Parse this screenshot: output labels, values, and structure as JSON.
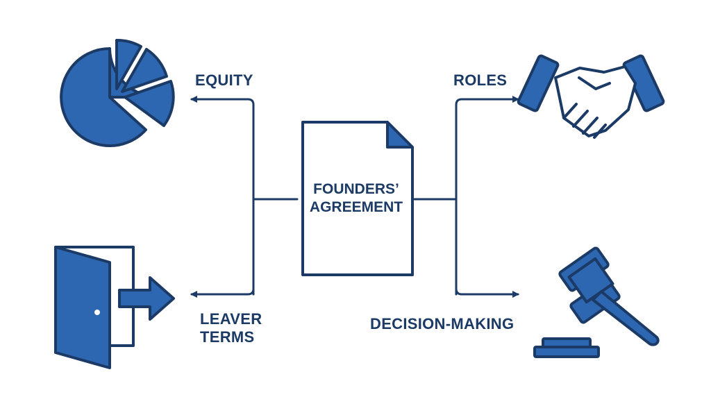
{
  "colors": {
    "navy": "#1b3a66",
    "blue": "#2d67b1",
    "background": "#ffffff"
  },
  "center": {
    "line1": "FOUNDERS’",
    "line2": "AGREEMENT",
    "icon": "document-icon"
  },
  "branches": {
    "equity": {
      "label": "EQUITY",
      "icon": "pie-chart-icon"
    },
    "roles": {
      "label": "ROLES",
      "icon": "handshake-icon"
    },
    "leaver": {
      "line1": "LEAVER",
      "line2": "TERMS",
      "icon": "exit-door-icon"
    },
    "decision": {
      "label": "DECISION-MAKING",
      "icon": "gavel-icon"
    }
  }
}
